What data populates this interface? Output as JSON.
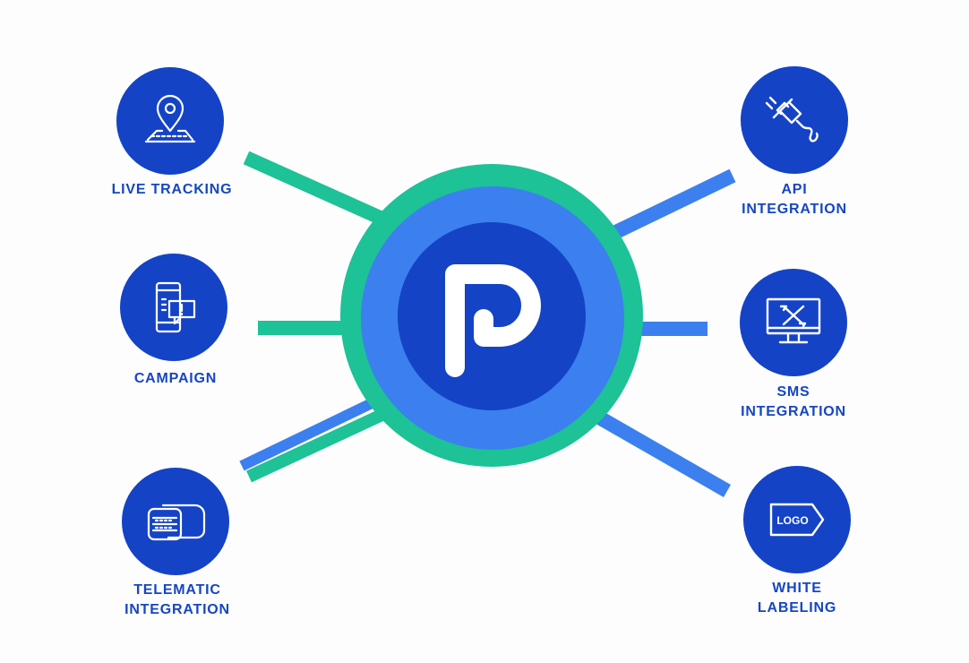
{
  "colors": {
    "hub_outer": "#1dc296",
    "hub_middle": "#3b80ee",
    "hub_inner": "#1443c6",
    "feature_circle": "#1443c6",
    "label": "#1646c3",
    "connector_green": "#1dc296",
    "connector_blue": "#3b80ee",
    "icon_stroke": "#ffffff"
  },
  "hub": {
    "logo_icon": "p-logo-icon"
  },
  "features": {
    "live_tracking": {
      "lines": [
        "LIVE TRACKING"
      ],
      "icon": "map-pin-icon"
    },
    "campaign": {
      "lines": [
        "CAMPAIGN"
      ],
      "icon": "phone-message-icon"
    },
    "telematic": {
      "lines": [
        "TELEMATIC",
        "INTEGRATION"
      ],
      "icon": "obd-device-icon"
    },
    "api": {
      "lines": [
        "API",
        "INTEGRATION"
      ],
      "icon": "plug-icon"
    },
    "sms": {
      "lines": [
        "SMS",
        "INTEGRATION"
      ],
      "icon": "monitor-tools-icon"
    },
    "white_labeling": {
      "lines": [
        "WHITE",
        "LABELING"
      ],
      "icon": "logo-tag-icon",
      "tag_text": "LOGO"
    }
  }
}
